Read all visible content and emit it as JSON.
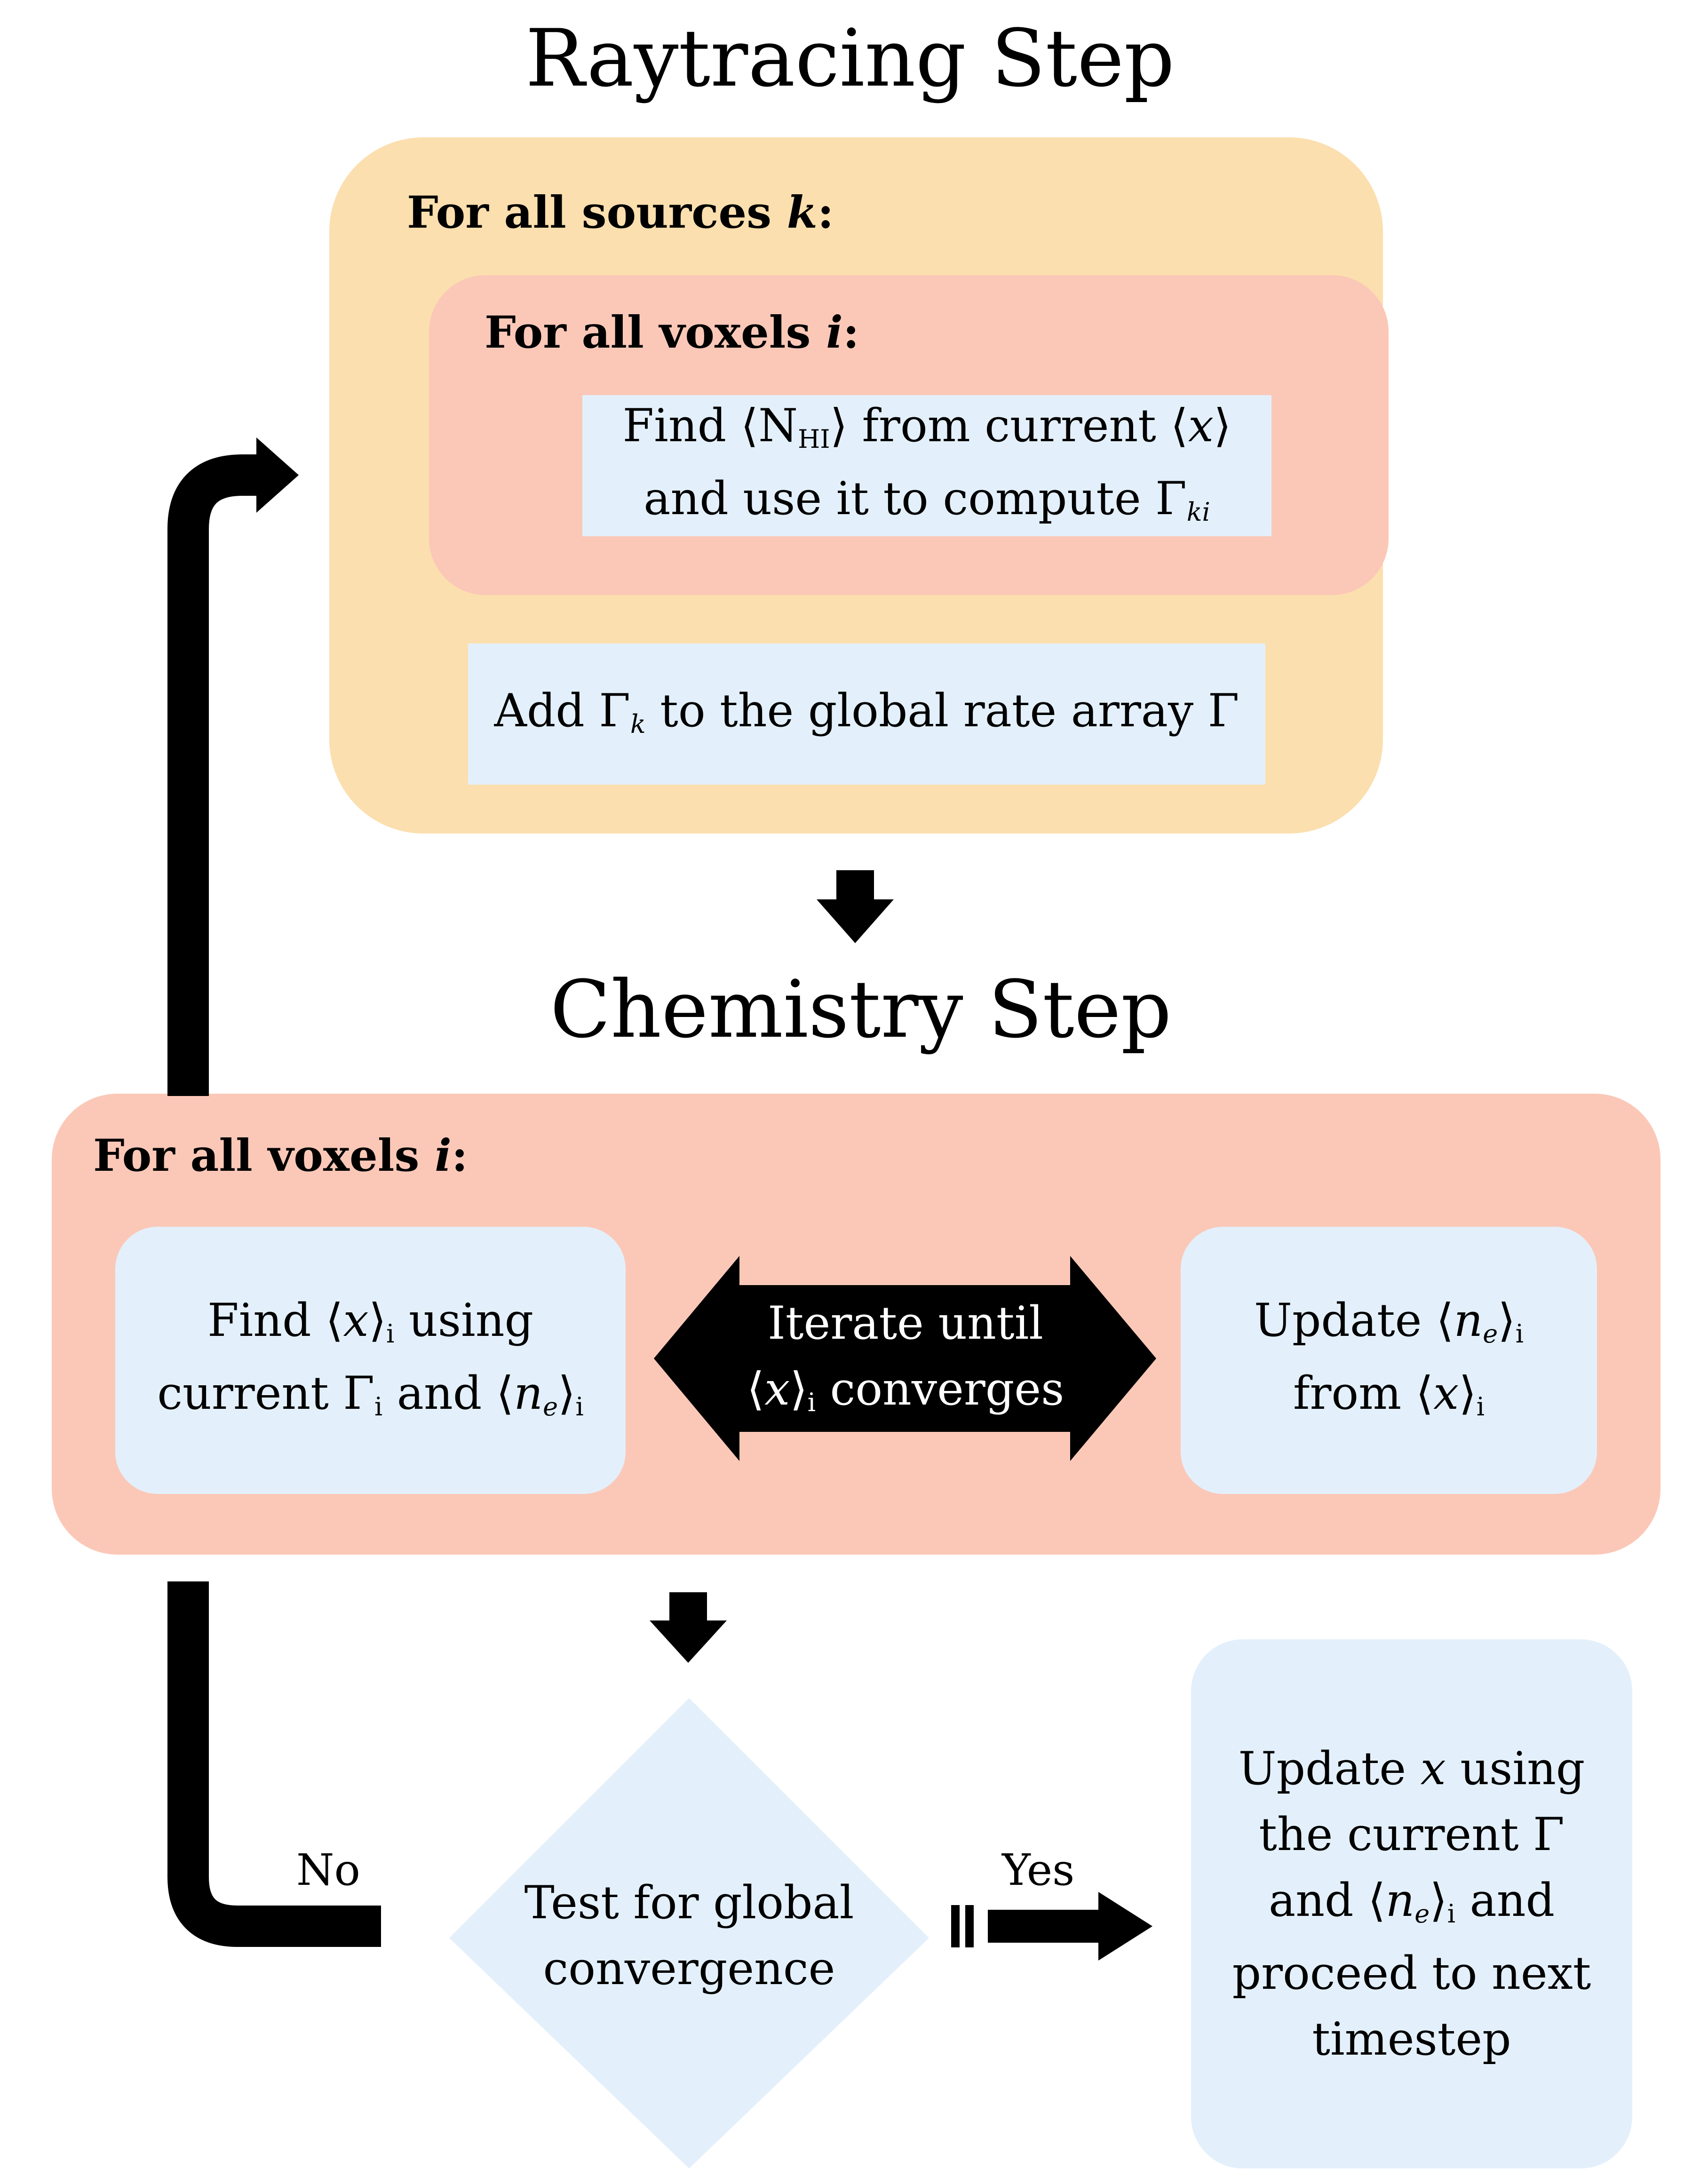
{
  "raytracing": {
    "title": "Raytracing Step",
    "sources_header": "For all sources",
    "sources_var": "k",
    "sources_colon": ":",
    "voxels_header": "For all voxels",
    "voxels_var": "i",
    "voxels_colon": ":",
    "find_box": {
      "w1": "Find ⟨N",
      "w1_sub": "HI",
      "w2": "⟩ from current ⟨",
      "w2_var": "x",
      "w2_end": "⟩",
      "l2": "and use it  to compute Γ",
      "l2_sub": "ki"
    },
    "add_box": {
      "w1": "Add Γ",
      "w1_sub": "k",
      "w2": " to the global rate array Γ"
    }
  },
  "chemistry": {
    "title": "Chemistry Step",
    "voxels_header": "For all voxels",
    "voxels_var": "i",
    "voxels_colon": ":",
    "find_x_box": {
      "l1a": "Find ⟨",
      "l1_var": "x",
      "l1b": "⟩",
      "l1_sub": "i",
      "l1c": " using",
      "l2a": "current Γ",
      "l2_sub": "i",
      "l2b": " and ⟨",
      "l2_var": "n",
      "l2_varsub": "e",
      "l2c": "⟩",
      "l2_sub2": "i"
    },
    "iterate": {
      "l1": "Iterate until",
      "l2a": "⟨",
      "l2_var": "x",
      "l2b": "⟩",
      "l2_sub": "i",
      "l2c": " converges"
    },
    "update_ne_box": {
      "l1a": "Update ⟨",
      "l1_var": "n",
      "l1_varsub": "e",
      "l1b": "⟩",
      "l1_sub": "i",
      "l2a": "from ⟨",
      "l2_var": "x",
      "l2b": "⟩",
      "l2_sub": "i"
    }
  },
  "convergence": {
    "test_l1": "Test for global",
    "test_l2": "convergence",
    "no_label": "No",
    "yes_label": "Yes"
  },
  "final_box": {
    "l1a": "Update ",
    "l1_var": "x",
    "l1b": " using",
    "l2": "the current Γ",
    "l3a": "and ⟨",
    "l3_var": "n",
    "l3_varsub": "e",
    "l3b": "⟩",
    "l3_sub": "i",
    "l3c": " and",
    "l4": "proceed to next",
    "l5": "timestep"
  },
  "colors": {
    "orange_panel": "#fbdfae",
    "salmon_panel": "#fbc8b8",
    "blue_box": "#e3f0fb",
    "arrows": "#000000"
  }
}
